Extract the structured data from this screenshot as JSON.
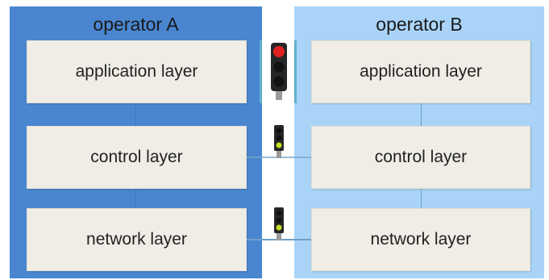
{
  "colors": {
    "operator_a_fill": "#4a86d0",
    "operator_b_fill": "#a9d4f7",
    "layer_fill": "#efede6",
    "connector": "#7aa6c8",
    "signal_red": "#e02020",
    "signal_yellow_green": "#c8e020"
  },
  "operators": [
    {
      "title": "operator A",
      "layers": [
        "application layer",
        "control layer",
        "network layer"
      ]
    },
    {
      "title": "operator B",
      "layers": [
        "application layer",
        "control layer",
        "network layer"
      ]
    }
  ],
  "signals": [
    {
      "level": "application layer",
      "state": "red",
      "size": "large"
    },
    {
      "level": "control layer",
      "state": "green",
      "size": "small"
    },
    {
      "level": "network layer",
      "state": "green",
      "size": "small"
    }
  ]
}
